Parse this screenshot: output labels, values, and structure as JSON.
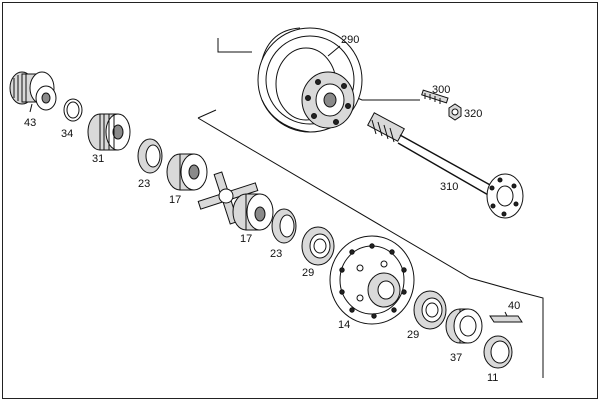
{
  "callouts": {
    "p290": "290",
    "p300": "300",
    "p320": "320",
    "p310": "310",
    "p43": "43",
    "p34": "34",
    "p31": "31",
    "p23a": "23",
    "p17a": "17",
    "p17b": "17",
    "p23b": "23",
    "p29a": "29",
    "p14": "14",
    "p29b": "29",
    "p37": "37",
    "p40": "40",
    "p11": "11"
  }
}
